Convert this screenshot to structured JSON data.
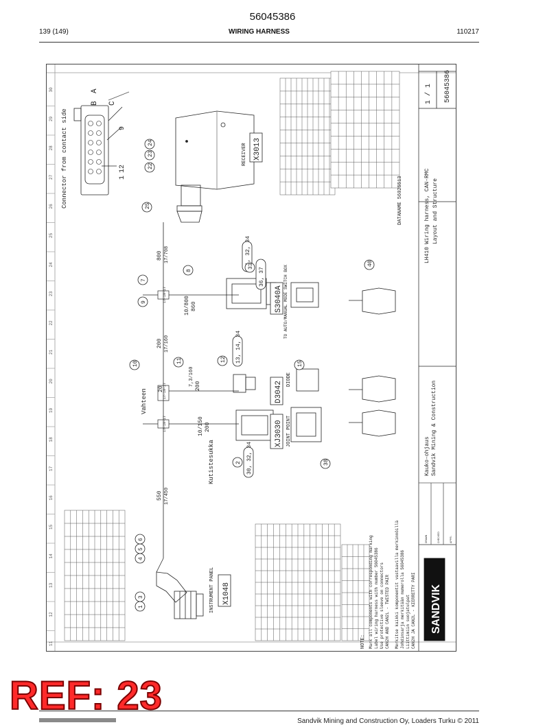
{
  "header": {
    "doc_number": "56045386",
    "page": "139 (149)",
    "title": "WIRING HARNESS",
    "code": "110217"
  },
  "drawing": {
    "border_numbers": [
      "11",
      "12",
      "13",
      "14",
      "15",
      "16",
      "17",
      "18",
      "19",
      "20",
      "21",
      "22",
      "23",
      "24",
      "25",
      "26",
      "27",
      "28",
      "29",
      "30"
    ],
    "connector_side_label": "Connector from contact side",
    "contact_letters": [
      "A",
      "B",
      "C"
    ],
    "contact_numbers": [
      "9",
      "12",
      "1"
    ],
    "receiver_label": "RECEIVER",
    "x3013": "X3013",
    "x1048": "X1048",
    "instrument_panel": "INSTRUMENT PANEL",
    "xj3030": "XJ3030",
    "d3042": "D3042",
    "diode": "DIODE",
    "s3040a": "S3040A",
    "joint_point": "JOINT POINT",
    "auto_manual": "TO AUTO/MANUAL MODE SWITCH BOX",
    "vahteen": "Vahteen",
    "kutistesukka": "Kutistesukka",
    "dim_800": "800",
    "dim_17_708": "17/708",
    "dim_860": "860",
    "dim_10_800": "10/800",
    "dim_200a": "200",
    "dim_17_160": "17/160",
    "dim_20": "20",
    "dim_200b": "200",
    "dim_7_3_160": "7,3/160",
    "dim_200c": "200",
    "dim_10_150": "10/150",
    "dim_550": "550",
    "dim_17_450": "17/450",
    "bubbles": [
      "1",
      "2",
      "3",
      "4",
      "5",
      "6",
      "7",
      "8",
      "9",
      "10",
      "11",
      "12",
      "13, 14, 34",
      "15",
      "22",
      "23",
      "24",
      "25",
      "30, 32, 34",
      "31, 32, 34",
      "33",
      "36, 37",
      "38",
      "40"
    ],
    "clip_label": "17-10-17",
    "dataname": "DATANAME 56025513",
    "notes": [
      "NOTE:",
      "Mark all components with corresponding marking",
      "Label wiring harness with number 56045386",
      "Use protective sleeve on connectors",
      "CAN2H AND CAN2L - TWISTED PAIR"
    ],
    "notes_fi": [
      "Merkitse kaikki komponentit vastaavilla merkinnöillä",
      "Johdinsarja merkitään numerolla 56045386",
      "Liittimiin suojatulpat",
      "CAN2H JA CAN2L - KIERRETTY PARI"
    ],
    "title_block": {
      "logo": "SANDVIK",
      "fi_title": "Kauko-ohjaus",
      "company": "Sandvik Mining & Construction",
      "drawing_name": "Wiring harness, CAN-RMC",
      "subtitle": "Layout and Structure",
      "project": "LH410",
      "sheet": "1 / 1",
      "drawing_no": "56045386",
      "row_labels": [
        "DRAWN",
        "CHECKED",
        "APPR."
      ]
    }
  },
  "stamp": {
    "text": "REF: 23"
  },
  "footer": {
    "text": "Sandvik Mining and Construction Oy, Loaders Turku © 2011"
  }
}
